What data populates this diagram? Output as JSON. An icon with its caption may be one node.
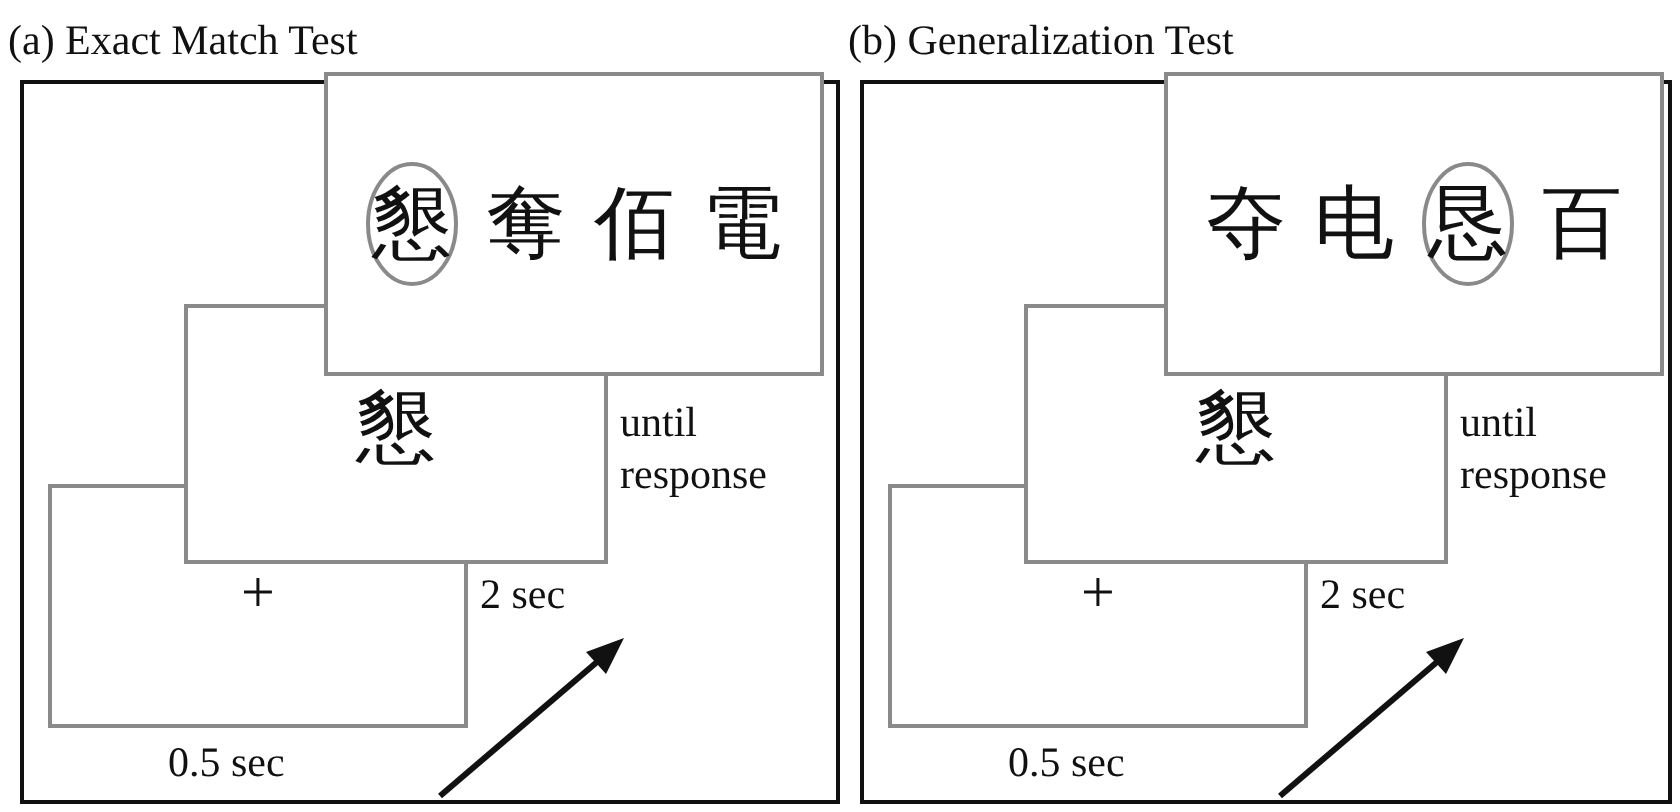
{
  "diagram": {
    "nodes": [
      {
        "text": [
          "(a) Exact Match Test"
        ]
      },
      {
        "text": [
          "+"
        ],
        "in": 0
      },
      {
        "text": [
          "懇"
        ],
        "in": 0
      },
      {
        "text": [
          "奪",
          "佰",
          "電"
        ],
        "in": 0
      },
      {
        "text": [
          "懇"
        ],
        "in": 3
      },
      {
        "text": [
          "(b) Generalization Test"
        ]
      },
      {
        "text": [
          "+"
        ],
        "in": 5
      },
      {
        "text": [
          "懇"
        ],
        "in": 5
      },
      {
        "text": [
          "夺",
          "电",
          "百"
        ],
        "in": 5
      },
      {
        "text": [
          "恳"
        ],
        "in": 8
      }
    ],
    "edges": [],
    "labels": [
      "0.5 sec",
      "2 sec",
      "until response",
      "0.5 sec",
      "2 sec",
      "until response"
    ]
  }
}
